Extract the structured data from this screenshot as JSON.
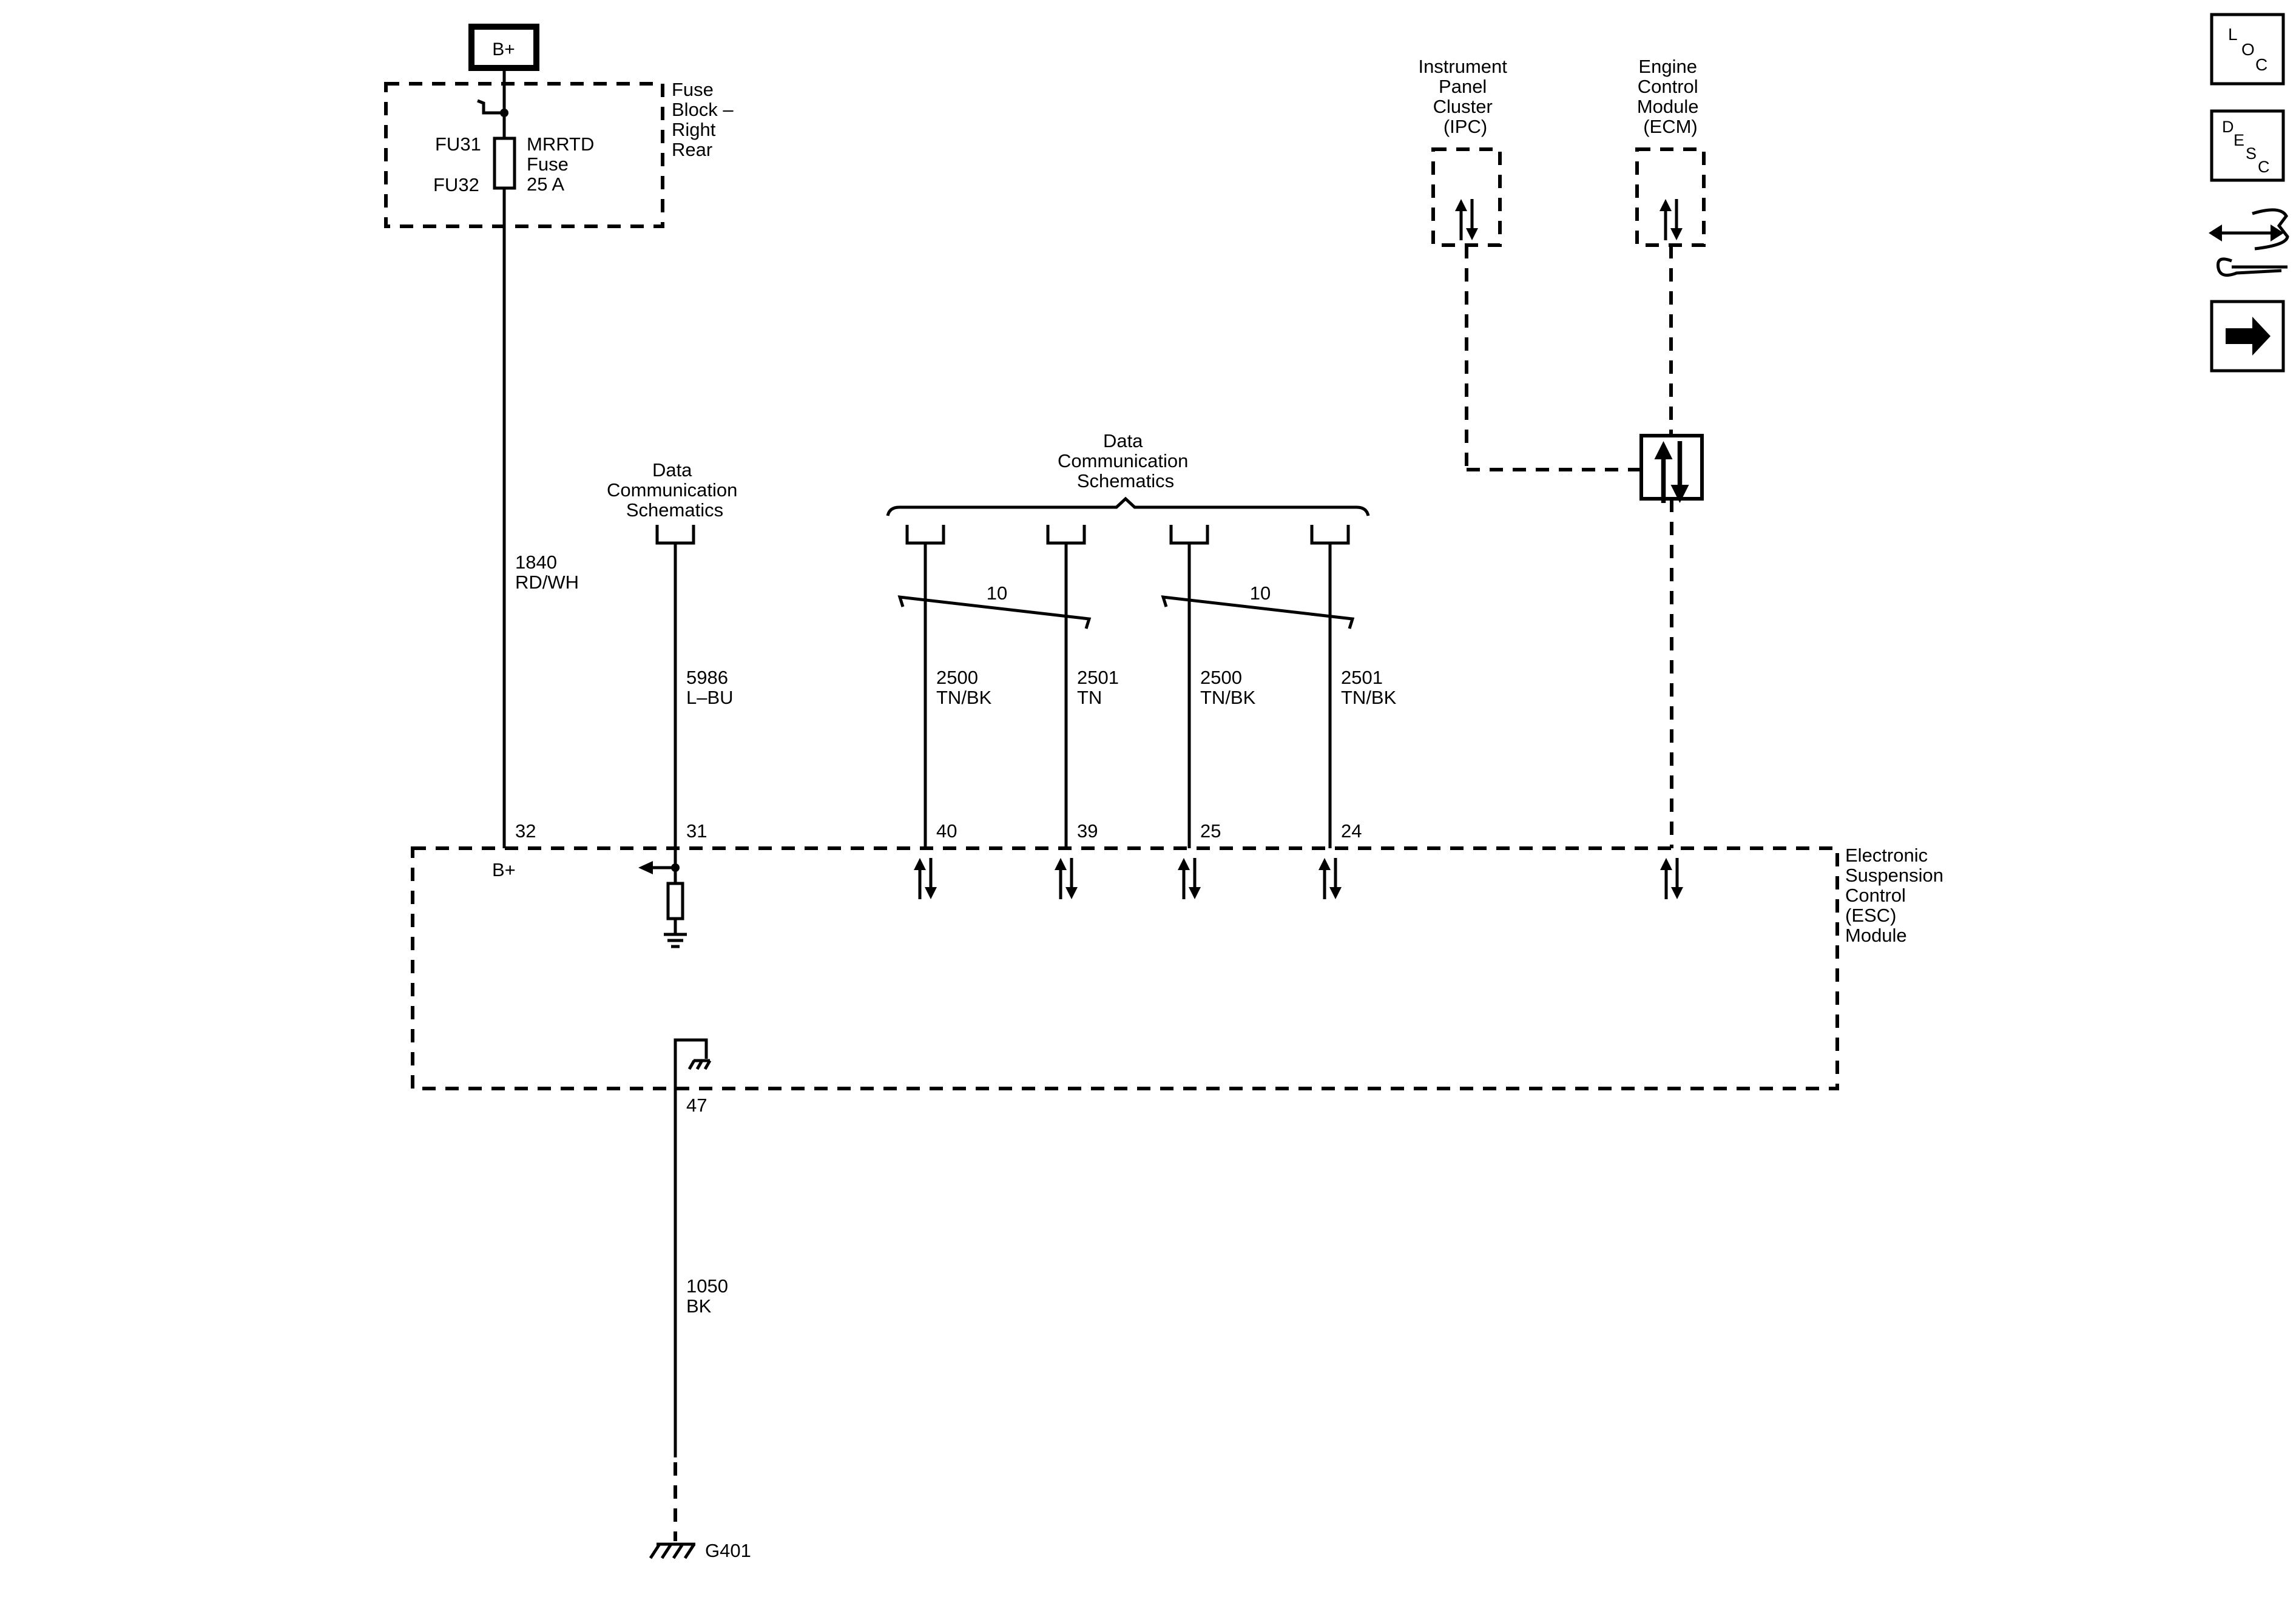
{
  "power_source": {
    "label": "B+"
  },
  "fuse_block": {
    "name_lines": [
      "Fuse",
      "Block –",
      "Right",
      "Rear"
    ],
    "fuse_id_top": "FU31",
    "fuse_id_bottom": "FU32",
    "fuse_name_lines": [
      "MRRTD",
      "Fuse",
      "25 A"
    ]
  },
  "modules": {
    "ipc_lines": [
      "Instrument",
      "Panel",
      "Cluster",
      "(IPC)"
    ],
    "ecm_lines": [
      "Engine",
      "Control",
      "Module",
      "(ECM)"
    ],
    "esc_lines": [
      "Electronic",
      "Suspension",
      "Control",
      "(ESC)",
      "Module"
    ]
  },
  "data_comm_single": [
    "Data",
    "Communication",
    "Schematics"
  ],
  "data_comm_group": [
    "Data",
    "Communication",
    "Schematics"
  ],
  "wires": {
    "power": {
      "circuit": "1840",
      "color": "RD/WH",
      "pin": "32",
      "pin_label": "B+"
    },
    "serial": {
      "circuit": "5986",
      "color": "L–BU",
      "pin": "31"
    },
    "can1_low": {
      "circuit": "2500",
      "color": "TN/BK",
      "pin": "40"
    },
    "can1_high": {
      "circuit": "2501",
      "color": "TN",
      "pin": "39"
    },
    "can2_low": {
      "circuit": "2500",
      "color": "TN/BK",
      "pin": "25"
    },
    "can2_high": {
      "circuit": "2501",
      "color": "TN/BK",
      "pin": "24"
    },
    "ground": {
      "circuit": "1050",
      "color": "BK",
      "pin": "47"
    }
  },
  "twist_a": "10",
  "twist_b": "10",
  "ground_point": "G401",
  "nav_icons": {
    "loc": {
      "letters": [
        "L",
        "O",
        "C"
      ]
    },
    "desc": {
      "letters": [
        "D",
        "E",
        "S",
        "C"
      ]
    },
    "connector_icon": "connector-wrench-icon",
    "next_icon": "right-arrow-icon"
  }
}
